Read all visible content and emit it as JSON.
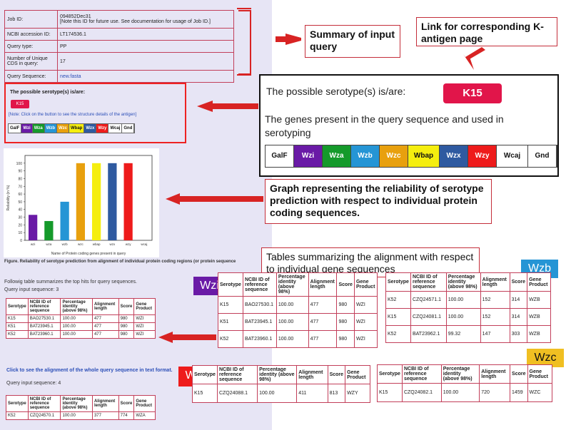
{
  "summary": {
    "rows": [
      {
        "key": "Job ID:",
        "value": "094852Dec31",
        "value2": "[Note this ID for future use. See documentation for usage of Job ID.]"
      },
      {
        "key": "NCBI accession ID:",
        "value": "LT174536.1"
      },
      {
        "key": "Query type:",
        "value": "PP"
      },
      {
        "key": "Number of Unique CDS in query:",
        "value": "17"
      },
      {
        "key": "Query Sequence:",
        "value": "new.fasta"
      }
    ]
  },
  "serotype_small": {
    "title": "The possible serotype(s) is/are:",
    "button": "K15",
    "note": "[Note: Click on the button to see the structure details of the antigen]"
  },
  "genes": [
    {
      "name": "GalF",
      "bg": "#ffffff",
      "fg": "#111111"
    },
    {
      "name": "Wzi",
      "bg": "#6a1aa6",
      "fg": "#ffffff"
    },
    {
      "name": "Wza",
      "bg": "#159a2b",
      "fg": "#ffffff"
    },
    {
      "name": "Wzb",
      "bg": "#2595d5",
      "fg": "#ffffff"
    },
    {
      "name": "Wzc",
      "bg": "#e8a00e",
      "fg": "#ffffff"
    },
    {
      "name": "Wbap",
      "bg": "#f5ee0f",
      "fg": "#111111"
    },
    {
      "name": "Wzx",
      "bg": "#2f5aa0",
      "fg": "#ffffff"
    },
    {
      "name": "Wzy",
      "bg": "#ee1b1b",
      "fg": "#ffffff"
    },
    {
      "name": "Wcaj",
      "bg": "#ffffff",
      "fg": "#111111"
    },
    {
      "name": "Gnd",
      "bg": "#ffffff",
      "fg": "#111111"
    }
  ],
  "chart_data": {
    "type": "bar",
    "categories": [
      "wzi",
      "wza",
      "wzb",
      "wzc",
      "wbap",
      "wzx",
      "wzy",
      "wcaj"
    ],
    "values": [
      33,
      25,
      50,
      100,
      100,
      100,
      100,
      0
    ],
    "colors": [
      "#6a1aa6",
      "#159a2b",
      "#2595d5",
      "#e8a00e",
      "#f5ee0f",
      "#2f5aa0",
      "#ee1b1b",
      "#ffffff"
    ],
    "xlabel": "Name of Protein coding genes present in query",
    "ylabel": "Reliability (in %)",
    "ylim": [
      0,
      110
    ],
    "yticks": [
      0,
      10,
      20,
      30,
      40,
      50,
      60,
      70,
      80,
      90,
      100
    ]
  },
  "caption": "Figure. Reliability of serotype prediction from alignment of individual protein coding regions (or protein sequence",
  "following": "Followig table summarizes the top hits for query sequences.",
  "query3": "Query input sequence: 3",
  "click_text": "Click to see the alignment of the whole query sequence in text format.",
  "query4": "Query input sequence: 4",
  "headers": [
    "Serotype",
    "NCBI ID of reference sequence",
    "Percentage identity (above 98%)",
    "Alignment length",
    "Score",
    "Gene Product"
  ],
  "wzi_rows": [
    [
      "K15",
      "BAO27530.1",
      "100.00",
      "477",
      "980",
      "WZI"
    ],
    [
      "K51",
      "BAT23945.1",
      "100.00",
      "477",
      "980",
      "WZI"
    ],
    [
      "K52",
      "BAT23960.1",
      "100.00",
      "477",
      "980",
      "WZI"
    ]
  ],
  "wza_rows": [
    [
      "K52",
      "CZQ24570.1",
      "100.00",
      "377",
      "774",
      "WZA"
    ]
  ],
  "wzb_rows": [
    [
      "K52",
      "CZQ24571.1",
      "100.00",
      "152",
      "314",
      "WZB"
    ],
    [
      "K15",
      "CZQ24081.1",
      "100.00",
      "152",
      "314",
      "WZB"
    ],
    [
      "K52",
      "BAT23962.1",
      "99.32",
      "147",
      "303",
      "WZB"
    ]
  ],
  "wzy_rows": [
    [
      "K15",
      "CZQ24088.1",
      "100.00",
      "411",
      "813",
      "WZY"
    ]
  ],
  "wzc_rows": [
    [
      "K15",
      "CZQ24082.1",
      "100.00",
      "720",
      "1459",
      "WZC"
    ]
  ],
  "big": {
    "title": "The possible serotype(s) is/are:",
    "button": "K15",
    "genes_text": "The genes present in the query sequence and used in serotyping"
  },
  "callouts": {
    "summary": "Summary of input query",
    "link": "Link for corresponding K-antigen page",
    "graph": "Graph representing the reliability of serotype prediction with respect to individual protein coding sequences.",
    "tables": "Tables summarizing the alignment with respect to individual gene sequences"
  },
  "tags": {
    "wzi": "Wzi",
    "wzb": "Wzb",
    "wzy": "Wzy",
    "wzc": "Wzc"
  }
}
